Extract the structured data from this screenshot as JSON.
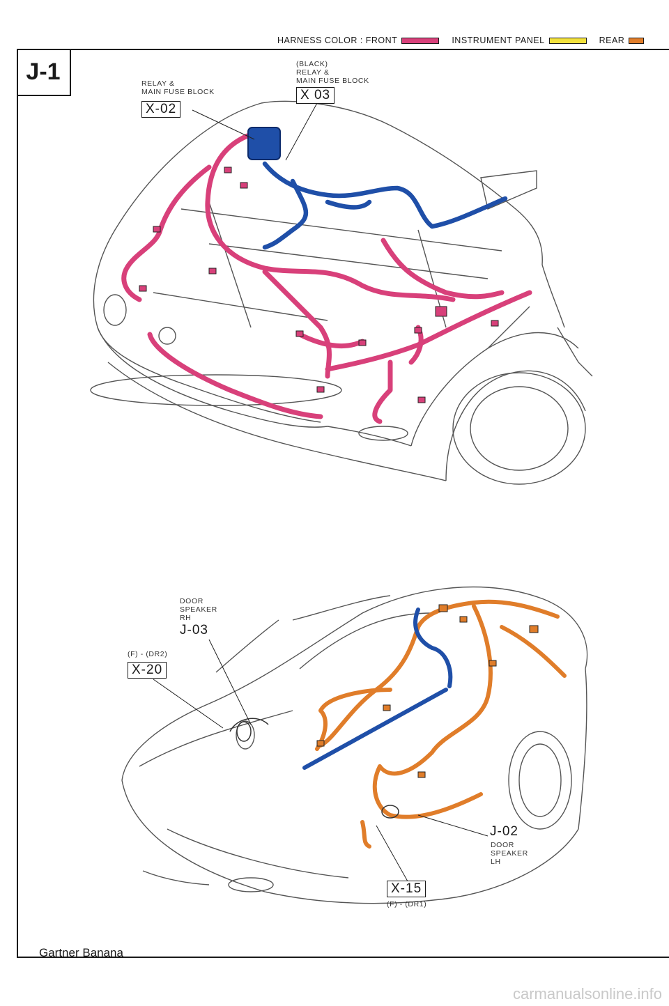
{
  "header": {
    "harness_color_label": "HARNESS COLOR : FRONT",
    "instrument_panel_label": "INSTRUMENT PANEL",
    "rear_label": "REAR"
  },
  "page_id": "J-1",
  "colors": {
    "front_harness": "#d8407a",
    "instrument_panel_harness": "#f2e13c",
    "rear_harness": "#e07d2a",
    "blue_harness": "#1f4fa8"
  },
  "top_diagram": {
    "x02": {
      "desc_line1": "RELAY &",
      "desc_line2": "MAIN FUSE BLOCK",
      "code": "X-02"
    },
    "x03": {
      "desc_line0": "(BLACK)",
      "desc_line1": "RELAY &",
      "desc_line2": "MAIN FUSE BLOCK",
      "code": "X 03"
    }
  },
  "bottom_diagram": {
    "j03": {
      "desc_line1": "DOOR",
      "desc_line2": "SPEAKER",
      "desc_line3": "RH",
      "code": "J-03"
    },
    "x20": {
      "desc": "(F) - (DR2)",
      "code": "X-20"
    },
    "j02": {
      "code": "J-02",
      "desc_line1": "DOOR",
      "desc_line2": "SPEAKER",
      "desc_line3": "LH"
    },
    "x15": {
      "code": "X-15",
      "desc": "(F) - (DR1)"
    }
  },
  "footer": {
    "note": "Gartner Banana",
    "site": "carmanualsonline.info"
  }
}
